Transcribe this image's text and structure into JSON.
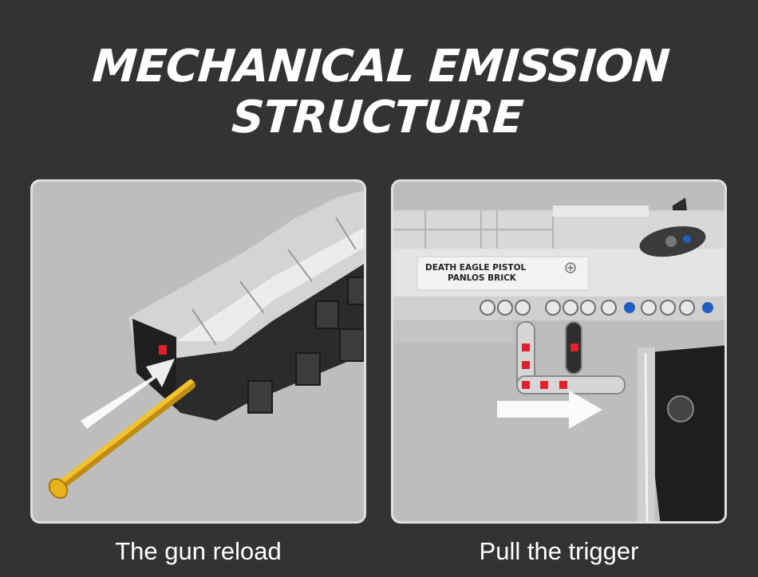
{
  "headline": {
    "line1": "MECHANICAL EMISSION",
    "line2": "STRUCTURE"
  },
  "panels": [
    {
      "caption": "The gun reload",
      "illustration": "pistol-reload-closeup"
    },
    {
      "caption": "Pull the trigger",
      "illustration": "pistol-trigger-mechanism",
      "printed_label": {
        "line1": "DEATH EAGLE PISTOL",
        "line2": "PANLOS BRICK"
      }
    }
  ],
  "colors": {
    "background": "#333333",
    "panel_bg": "#bdbdbd",
    "panel_border": "#e0e0e0",
    "text": "#ffffff",
    "brick_silver": "#d9d9d9",
    "brick_dark": "#2b2b2b",
    "bullet_gold": "#e8b21a",
    "pin_red": "#e0202a",
    "pin_blue": "#1f5fc0"
  }
}
